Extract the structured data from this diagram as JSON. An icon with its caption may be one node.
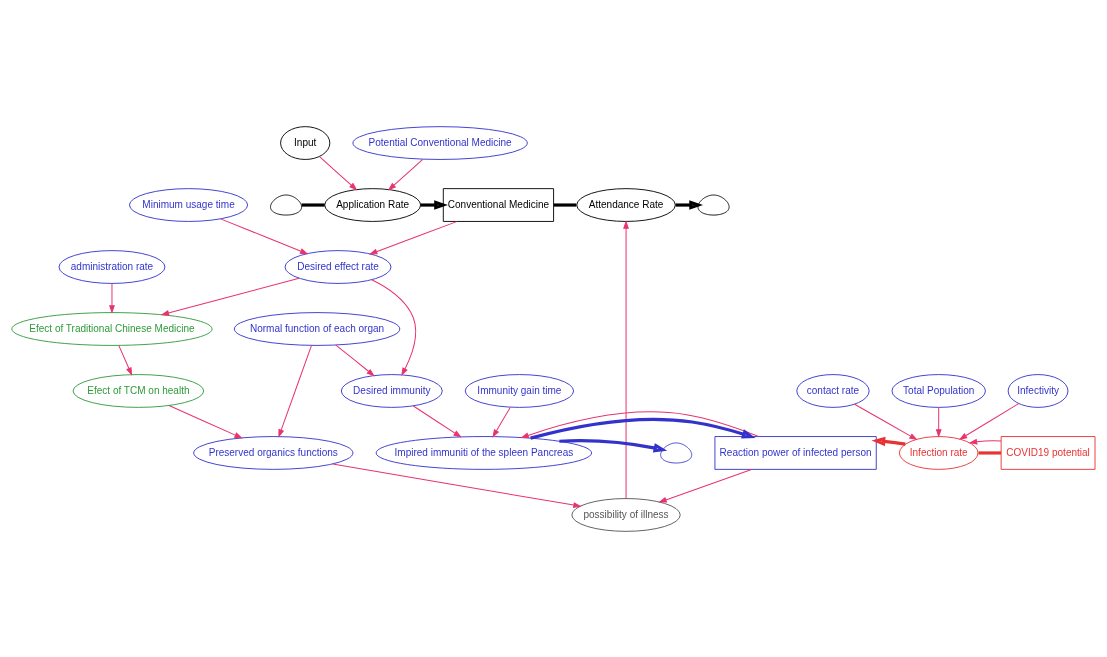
{
  "diagram": {
    "nodes": [
      {
        "text": [
          "Input"
        ]
      },
      {
        "text": [],
        "shape": "cloud"
      },
      {
        "text": [
          "Application Rate"
        ]
      },
      {
        "text": [
          "Conventional Medicine"
        ]
      },
      {
        "text": [
          "Attendance Rate"
        ]
      },
      {
        "text": [],
        "shape": "cloud"
      },
      {
        "text": [
          "Potential Conventional Medicine"
        ]
      },
      {
        "text": [
          "Desired effect rate"
        ]
      },
      {
        "text": [
          "Minimum usage time"
        ]
      },
      {
        "text": [
          "Efect of TCM on health"
        ]
      },
      {
        "text": [
          "Preserved organics functions"
        ]
      },
      {
        "text": [
          "possibility of illness"
        ]
      },
      {
        "text": [
          "administration rate"
        ]
      },
      {
        "text": [
          "Efect of Traditional Chinese Medicine"
        ]
      },
      {
        "text": [
          "Normal function of each organ"
        ]
      },
      {
        "text": [
          "Desired immunity"
        ]
      },
      {
        "text": [
          "Reaction power of infected person"
        ]
      },
      {
        "text": [
          "COVID19 potential"
        ]
      },
      {
        "text": [],
        "shape": "cloud"
      },
      {
        "text": [
          "Impired immuniti of the spleen Pancreas"
        ]
      },
      {
        "text": [
          "Infection rate"
        ]
      },
      {
        "text": [
          "contact rate"
        ]
      },
      {
        "text": [
          "Total Population"
        ]
      },
      {
        "text": [
          "Infectivity"
        ]
      },
      {
        "text": [
          "Immunity gain time"
        ]
      }
    ],
    "edges": [
      {
        "from": 1,
        "to": 2,
        "arrow": "none",
        "style": "thick",
        "color": "#000000"
      },
      {
        "from": 2,
        "to": 3,
        "arrow": "to",
        "style": "thick",
        "color": "#000000"
      },
      {
        "from": 3,
        "to": 4,
        "arrow": "none",
        "style": "thick",
        "color": "#000000"
      },
      {
        "from": 4,
        "to": 5,
        "arrow": "to",
        "style": "thick",
        "color": "#000000"
      },
      {
        "from": 19,
        "to": 18,
        "arrow": "to",
        "style": "thick",
        "color": "#3333cc"
      },
      {
        "from": 19,
        "to": 16,
        "arrow": "to",
        "style": "thick",
        "color": "#3333cc"
      },
      {
        "from": 17,
        "to": 20,
        "arrow": "none",
        "style": "thick",
        "color": "#e83333"
      },
      {
        "from": 20,
        "to": 16,
        "arrow": "to",
        "style": "thick",
        "color": "#e83333"
      },
      {
        "from": 0,
        "to": 2,
        "arrow": "to"
      },
      {
        "from": 6,
        "to": 2,
        "arrow": "to"
      },
      {
        "from": 3,
        "to": 7,
        "arrow": "to"
      },
      {
        "from": 8,
        "to": 7,
        "arrow": "to"
      },
      {
        "from": 7,
        "to": 13,
        "arrow": "to"
      },
      {
        "from": 7,
        "to": 15,
        "arrow": "to"
      },
      {
        "from": 12,
        "to": 13,
        "arrow": "to"
      },
      {
        "from": 13,
        "to": 9,
        "arrow": "to"
      },
      {
        "from": 9,
        "to": 10,
        "arrow": "to"
      },
      {
        "from": 10,
        "to": 11,
        "arrow": "to"
      },
      {
        "from": 11,
        "to": 4,
        "arrow": "to"
      },
      {
        "from": 14,
        "to": 10,
        "arrow": "to"
      },
      {
        "from": 14,
        "to": 15,
        "arrow": "to"
      },
      {
        "from": 15,
        "to": 19,
        "arrow": "to"
      },
      {
        "from": 16,
        "to": 19,
        "arrow": "to"
      },
      {
        "from": 16,
        "to": 11,
        "arrow": "to"
      },
      {
        "from": 24,
        "to": 19,
        "arrow": "to"
      },
      {
        "from": 17,
        "to": 20,
        "arrow": "to"
      },
      {
        "from": 21,
        "to": 20,
        "arrow": "to"
      },
      {
        "from": 22,
        "to": 20,
        "arrow": "to"
      },
      {
        "from": 23,
        "to": 20,
        "arrow": "to"
      }
    ]
  }
}
